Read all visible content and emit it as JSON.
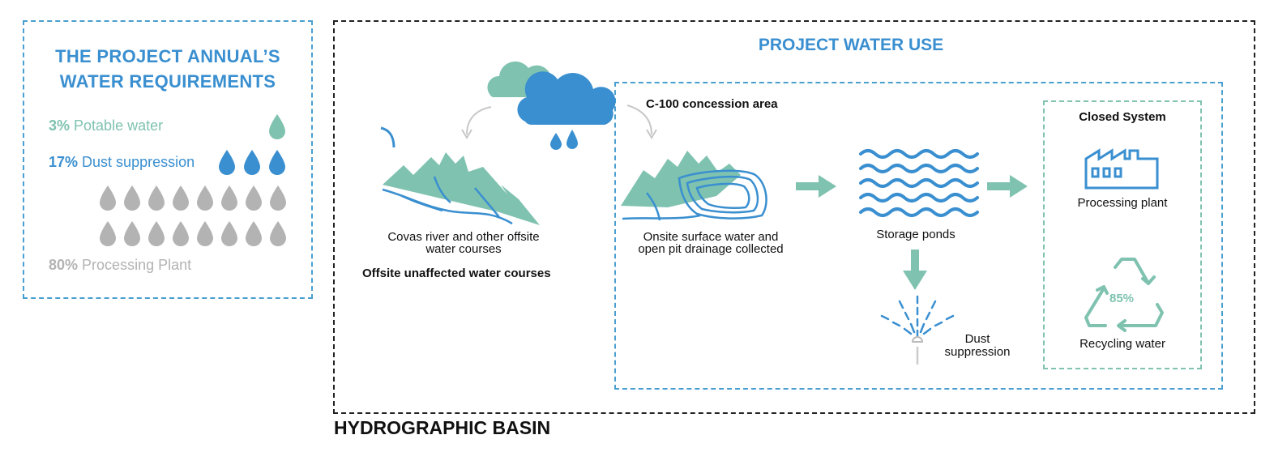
{
  "requirements": {
    "title_line1": "THE PROJECT ANNUAL’S",
    "title_line2": "WATER REQUIREMENTS",
    "potable": {
      "pct": "3%",
      "label": "Potable water",
      "color": "#7fc2b0",
      "drops": 1
    },
    "dust": {
      "pct": "17%",
      "label": "Dust suppression",
      "color": "#3a8fd0",
      "drops": 3
    },
    "processing": {
      "pct": "80%",
      "label": "Processing Plant",
      "color": "#b3b3b3",
      "drops": 16
    }
  },
  "water_use": {
    "title": "PROJECT WATER USE",
    "concession_label": "C-100 concession area",
    "offsite_caption_line1": "Covas river and other offsite",
    "offsite_caption_line2": "water courses",
    "offsite_bold": "Offsite unaffected water courses",
    "onsite_caption_line1": "Onsite surface water and",
    "onsite_caption_line2": "open pit drainage collected",
    "storage_label": "Storage ponds",
    "dust_label_line1": "Dust",
    "dust_label_line2": "suppression",
    "closed_title": "Closed System",
    "processing_label": "Processing plant",
    "recycling_pct": "85%",
    "recycling_label": "Recycling water"
  },
  "basin_label": "HYDROGRAPHIC BASIN",
  "colors": {
    "teal": "#7fc2b0",
    "blue": "#3a8fd0",
    "grey": "#b3b3b3",
    "black": "#111111"
  }
}
